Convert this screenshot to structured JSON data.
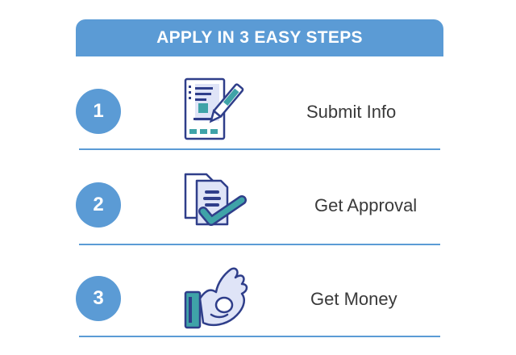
{
  "header": {
    "title": "APPLY IN 3 EASY STEPS"
  },
  "steps": [
    {
      "number": "1",
      "label": "Submit Info",
      "icon": "form-pen-icon"
    },
    {
      "number": "2",
      "label": "Get Approval",
      "icon": "document-checkmark-icon"
    },
    {
      "number": "3",
      "label": "Get Money",
      "icon": "hand-ok-card-icon"
    }
  ],
  "colors": {
    "accent": "#5b9bd5",
    "icon_outline": "#2f3e8a",
    "icon_teal": "#3fa3a8",
    "text": "#3a3a3a"
  }
}
